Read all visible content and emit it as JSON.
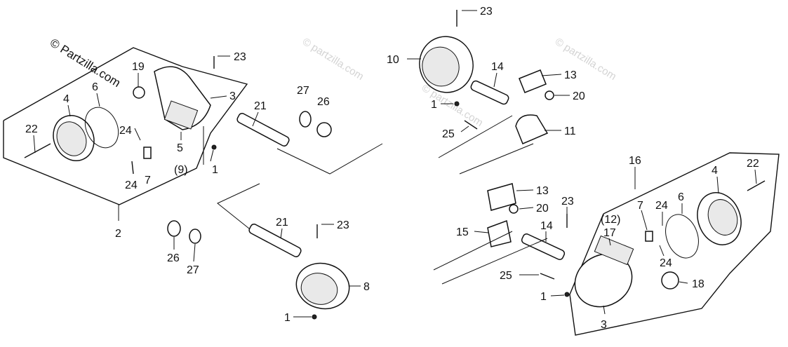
{
  "watermark": {
    "main": "© Partzilla.com",
    "faint_1": "© partzilla.com",
    "faint_2": "© partzilla.com",
    "faint_3": "© partzilla.com"
  },
  "callouts": {
    "left": {
      "p23": "23",
      "p19": "19",
      "p4": "4",
      "p6": "6",
      "p3": "3",
      "p22": "22",
      "p24a": "24",
      "p5": "5",
      "p9": "(9)",
      "p24b": "24",
      "p7": "7",
      "p1": "1",
      "p21": "21",
      "p27": "27",
      "p26": "26",
      "p2": "2"
    },
    "bottom_mid": {
      "p21": "21",
      "p23": "23",
      "p26": "26",
      "p27": "27",
      "p8": "8",
      "p1": "1"
    },
    "top_right": {
      "p23": "23",
      "p10": "10",
      "p14": "14",
      "p13": "13",
      "p20": "20",
      "p1": "1",
      "p25": "25",
      "p11": "11"
    },
    "right": {
      "p16": "16",
      "p4": "4",
      "p22": "22",
      "p13": "13",
      "p20": "20",
      "p23": "23",
      "p7": "7",
      "p24a": "24",
      "p6": "6",
      "p12": "(12)",
      "p15": "15",
      "p14": "14",
      "p17": "17",
      "p24b": "24",
      "p25": "25",
      "p18": "18",
      "p1": "1",
      "p3": "3"
    }
  }
}
